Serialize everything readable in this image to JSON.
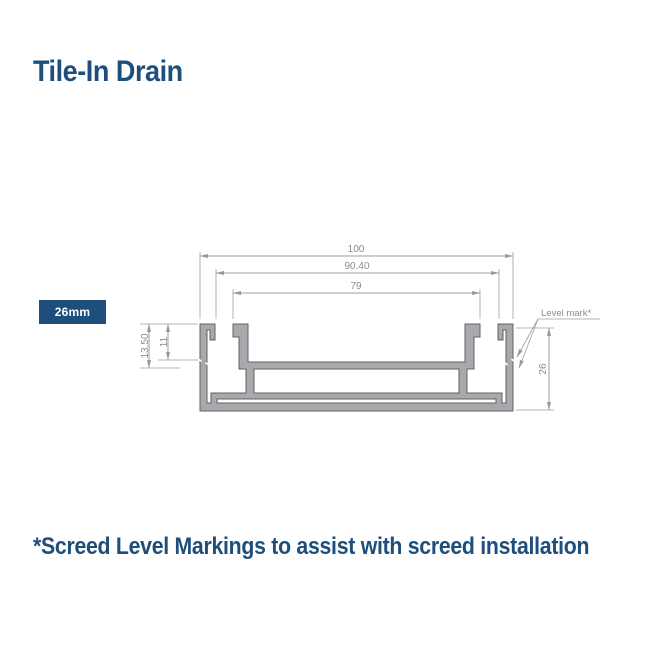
{
  "page": {
    "title": "Tile-In Drain",
    "footnote": "*Screed Level Markings to assist with screed installation"
  },
  "badge": {
    "label": "26mm"
  },
  "diagram": {
    "type": "technical-cross-section",
    "subject": "tile-in drain channel profile",
    "dimensions": {
      "outer_width": "100",
      "opening_width": "90.40",
      "inner_width": "79",
      "screed_depth_lower": "13.50",
      "screed_depth_upper": "11",
      "overall_height": "26"
    },
    "leader_label": "Level mark*"
  },
  "colors": {
    "accent_navy": "#1e4e7b",
    "profile_fill": "#a7a9ac",
    "profile_stroke": "#616265",
    "dimension_line": "#9c9da0",
    "dimension_text": "#8a8b8e",
    "background": "#ffffff"
  }
}
